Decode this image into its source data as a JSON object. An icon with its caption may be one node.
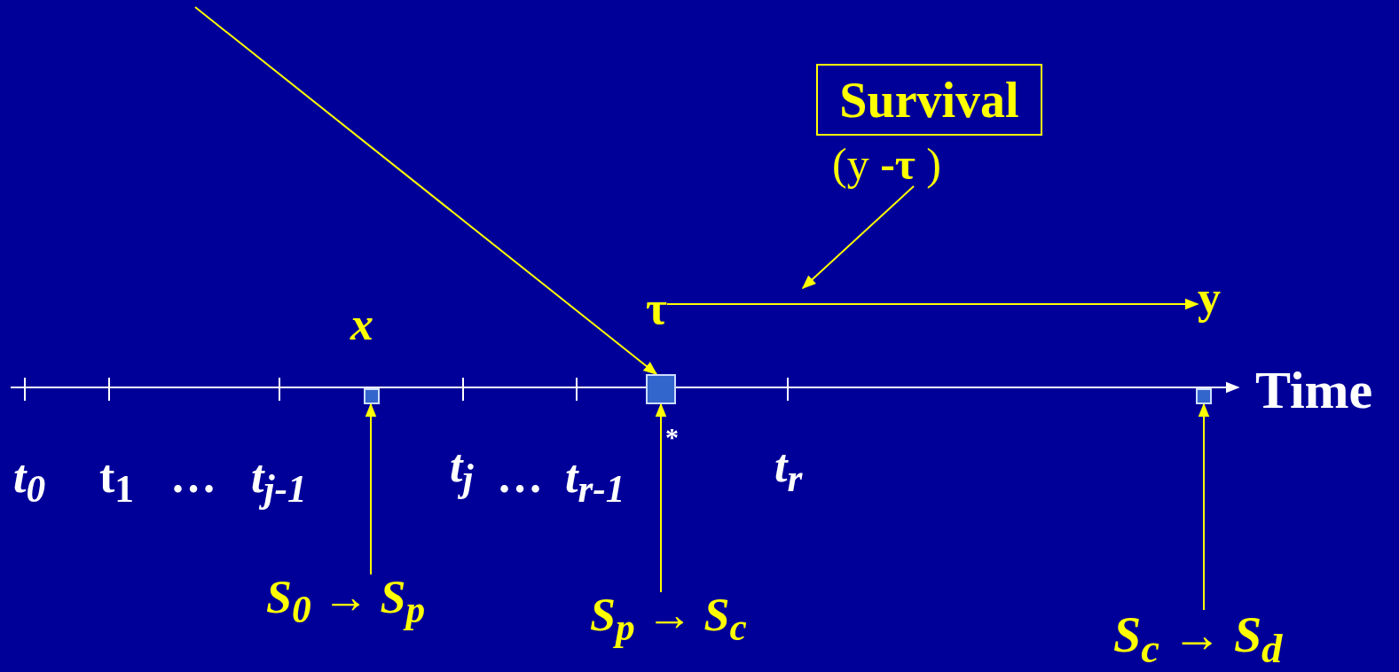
{
  "diagram": {
    "nodes": [
      {
        "text": [
          "Survival"
        ]
      },
      {
        "text": [
          "(y **-τ** )"
        ]
      },
      {
        "text": [
          "τ"
        ]
      },
      {
        "text": [
          "y"
        ]
      },
      {
        "text": [],
        "shape": "box"
      },
      {
        "text": [],
        "shape": "box"
      },
      {
        "text": [],
        "shape": "box"
      },
      {
        "text": [
          "S$_{0}$ → S$_{p}$"
        ]
      },
      {
        "text": [
          "S$_{p}$ → S$_{c}$"
        ]
      },
      {
        "text": [
          "S$_{c}$ → S$_{d}$"
        ]
      }
    ],
    "edges": [
      {
        "from": 1,
        "to": null,
        "arrow": "to"
      },
      {
        "from": 2,
        "to": 3,
        "arrow": "to"
      },
      {
        "from": null,
        "to": 5,
        "arrow": "to"
      },
      {
        "from": 7,
        "to": 4,
        "arrow": "to"
      },
      {
        "from": 8,
        "to": 5,
        "arrow": "to"
      },
      {
        "from": 9,
        "to": 6,
        "arrow": "to"
      }
    ],
    "labels": [
      "x",
      "t$_{0}$",
      "t$_{1}$",
      "…",
      "t$_{j-1}$",
      "t$_{j}$",
      "…",
      "t$_{r-1}$",
      "t$_{r}$",
      "*",
      "Time"
    ]
  }
}
